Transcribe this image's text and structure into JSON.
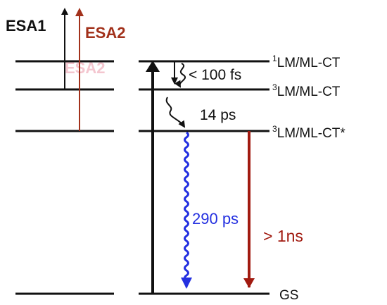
{
  "levels": {
    "s1": {
      "name": "LM/ML-CT",
      "sup": "1"
    },
    "t1": {
      "name": "LM/ML-CT",
      "sup": "3"
    },
    "t1_star": {
      "name": "LM/ML-CT*",
      "sup": "3"
    },
    "gs": {
      "name": "GS"
    }
  },
  "transitions": {
    "esa1": "ESA1",
    "esa2": "ESA2",
    "esa2_ghost": "ESA2",
    "isc_fast": "< 100 fs",
    "relax": "14 ps",
    "wavy_decay": "290 ps",
    "red_decay": "> 1ns"
  },
  "colors": {
    "black": "#111111",
    "esa2": "#a2311b",
    "wavy": "#2430e0",
    "red_decay": "#a11a10",
    "ghost": "#f4c6cf"
  }
}
